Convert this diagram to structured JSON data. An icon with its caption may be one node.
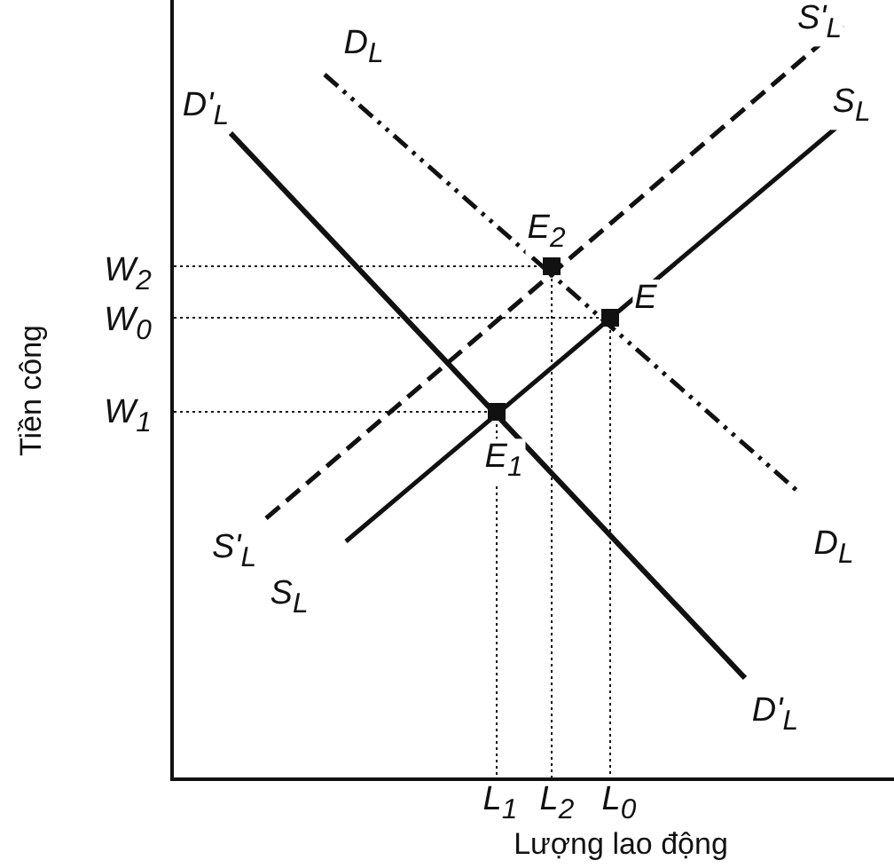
{
  "diagram": {
    "labels": [
      "S'$_{L}$",
      "D$_{L}$",
      "D'$_{L}$",
      "S$_{L}$",
      "E$_{2}$",
      "W$_{2}$",
      "E",
      "W$_{0}$",
      "W$_{1}$",
      "E$_{1}$",
      "Tiền công",
      "S'$_{L}$",
      "D$_{L}$",
      "S$_{L}$",
      "D'$_{L}$",
      "L$_{1}$",
      "L$_{2}$",
      "L$_{0}$",
      "Lượng lao động"
    ]
  }
}
